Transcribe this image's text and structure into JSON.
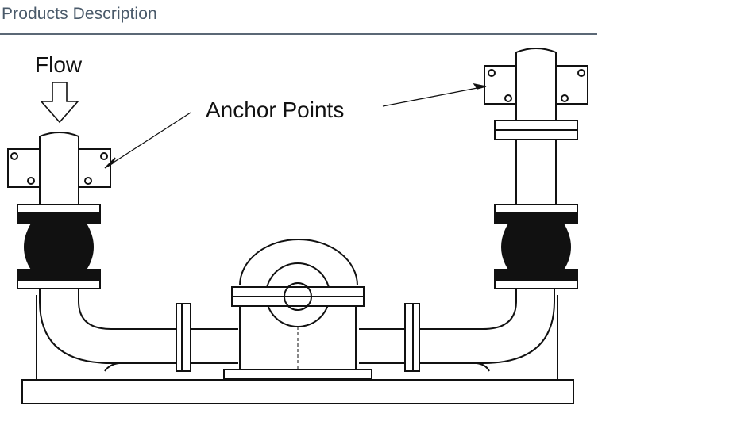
{
  "section": {
    "title": "Products Description"
  },
  "diagram": {
    "labels": {
      "flow": "Flow",
      "anchor_points": "Anchor Points"
    }
  },
  "colors": {
    "line": "#111111",
    "header_text": "#4a5a6a",
    "rule": "#5b6876"
  }
}
